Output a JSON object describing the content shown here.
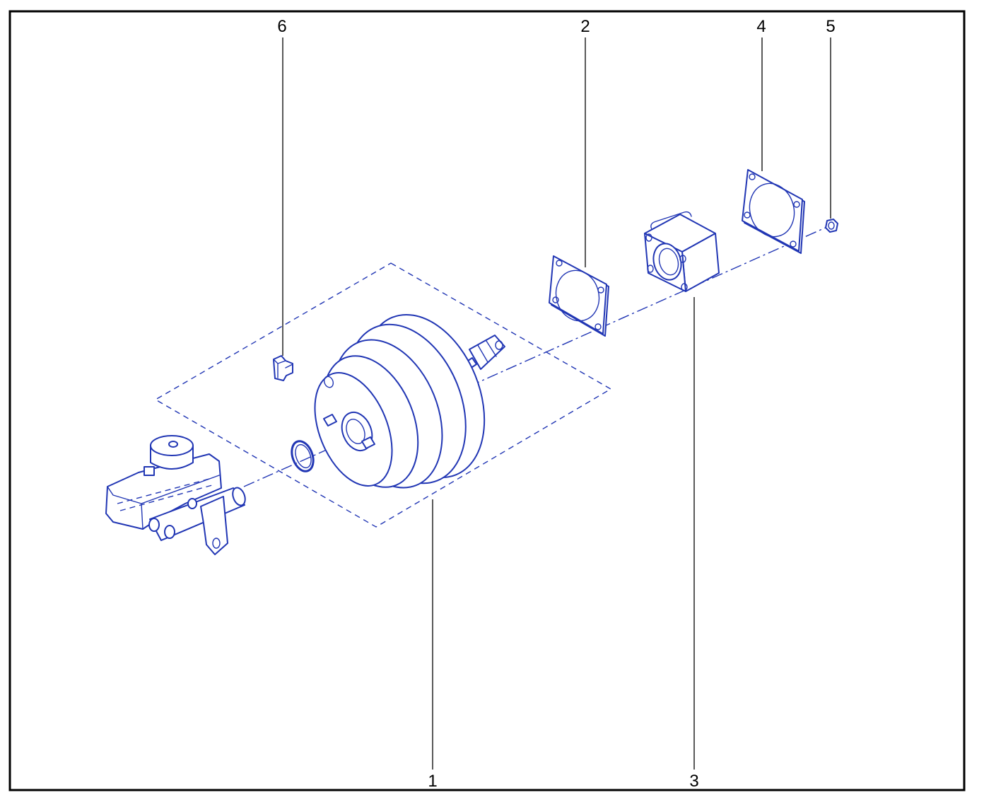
{
  "callouts": {
    "part_1": "1",
    "part_2": "2",
    "part_3": "3",
    "part_4": "4",
    "part_5": "5",
    "part_6": "6"
  },
  "colors": {
    "diagram_line": "#2136b4",
    "callout_line": "#000000",
    "frame": "#000000",
    "background": "#ffffff"
  }
}
